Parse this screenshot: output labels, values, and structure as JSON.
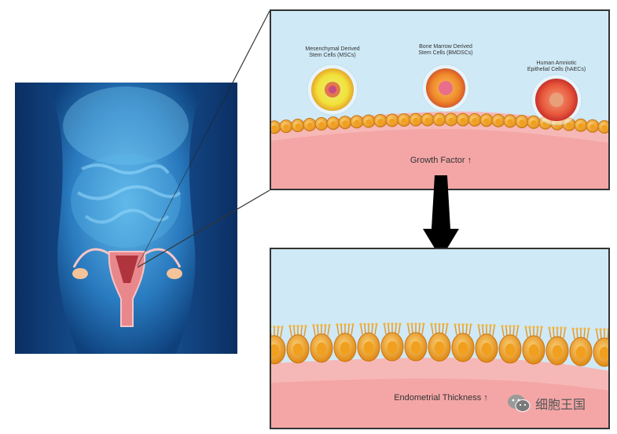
{
  "stem_cells": {
    "msc": "Mesenchymal Derived\nStem Cells (MSCs)",
    "bmdsc": "Bone Marrow Derived\nStem Cells (BMDSCs)",
    "haec": "Human Amniotic\nEpithelial Cells (hAECs)"
  },
  "top_panel": {
    "caption": "Growth Factor ↑"
  },
  "bottom_panel": {
    "caption": "Endometrial Thickness ↑"
  },
  "watermark": {
    "text": "细胞王国",
    "icon": "wechat-icon"
  },
  "colors": {
    "sky": "#cfe9f6",
    "tissue": "#f4a6a6",
    "cell": "#f6a623",
    "body_blue": "#1f6fb5"
  }
}
